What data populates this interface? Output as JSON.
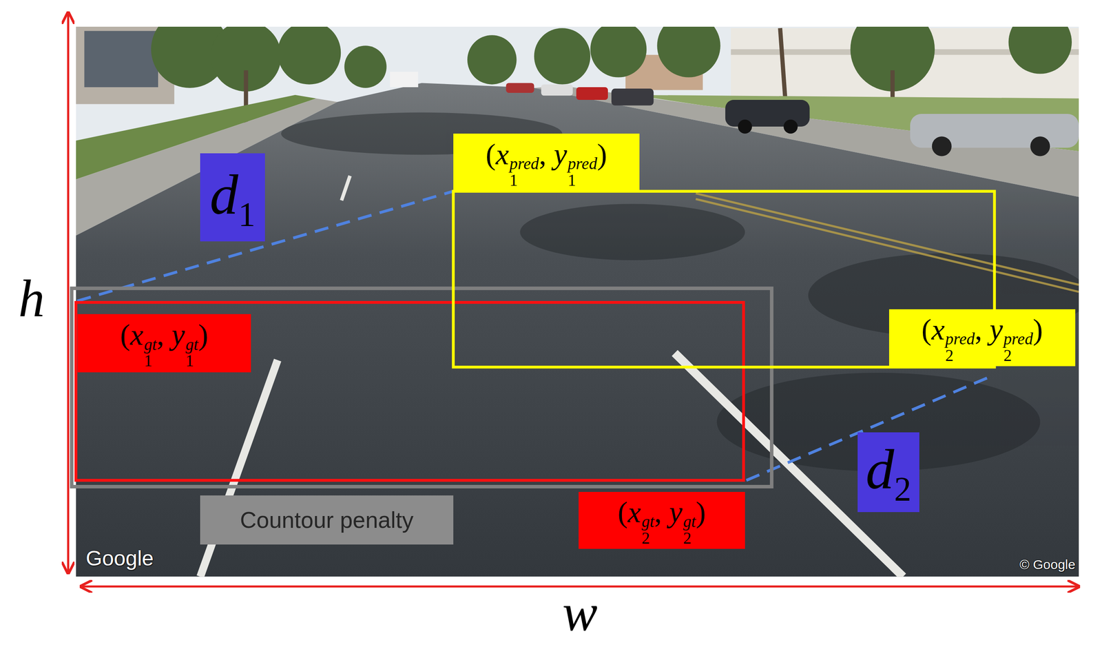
{
  "diagram": {
    "nodes": [
      {
        "text": [
          "(x1pred, y1pred)"
        ]
      },
      {
        "text": [
          "d1"
        ]
      },
      {
        "text": [
          "(x1gt, y1gt)"
        ]
      },
      {
        "text": [
          "(x2pred, y2pred)"
        ]
      },
      {
        "text": [
          "d2"
        ]
      },
      {
        "text": [
          "Countour penalty"
        ]
      },
      {
        "text": [
          "(x2gt, y2gt)"
        ]
      }
    ],
    "labels": [
      "h",
      "w",
      "Google",
      "© Google"
    ]
  }
}
